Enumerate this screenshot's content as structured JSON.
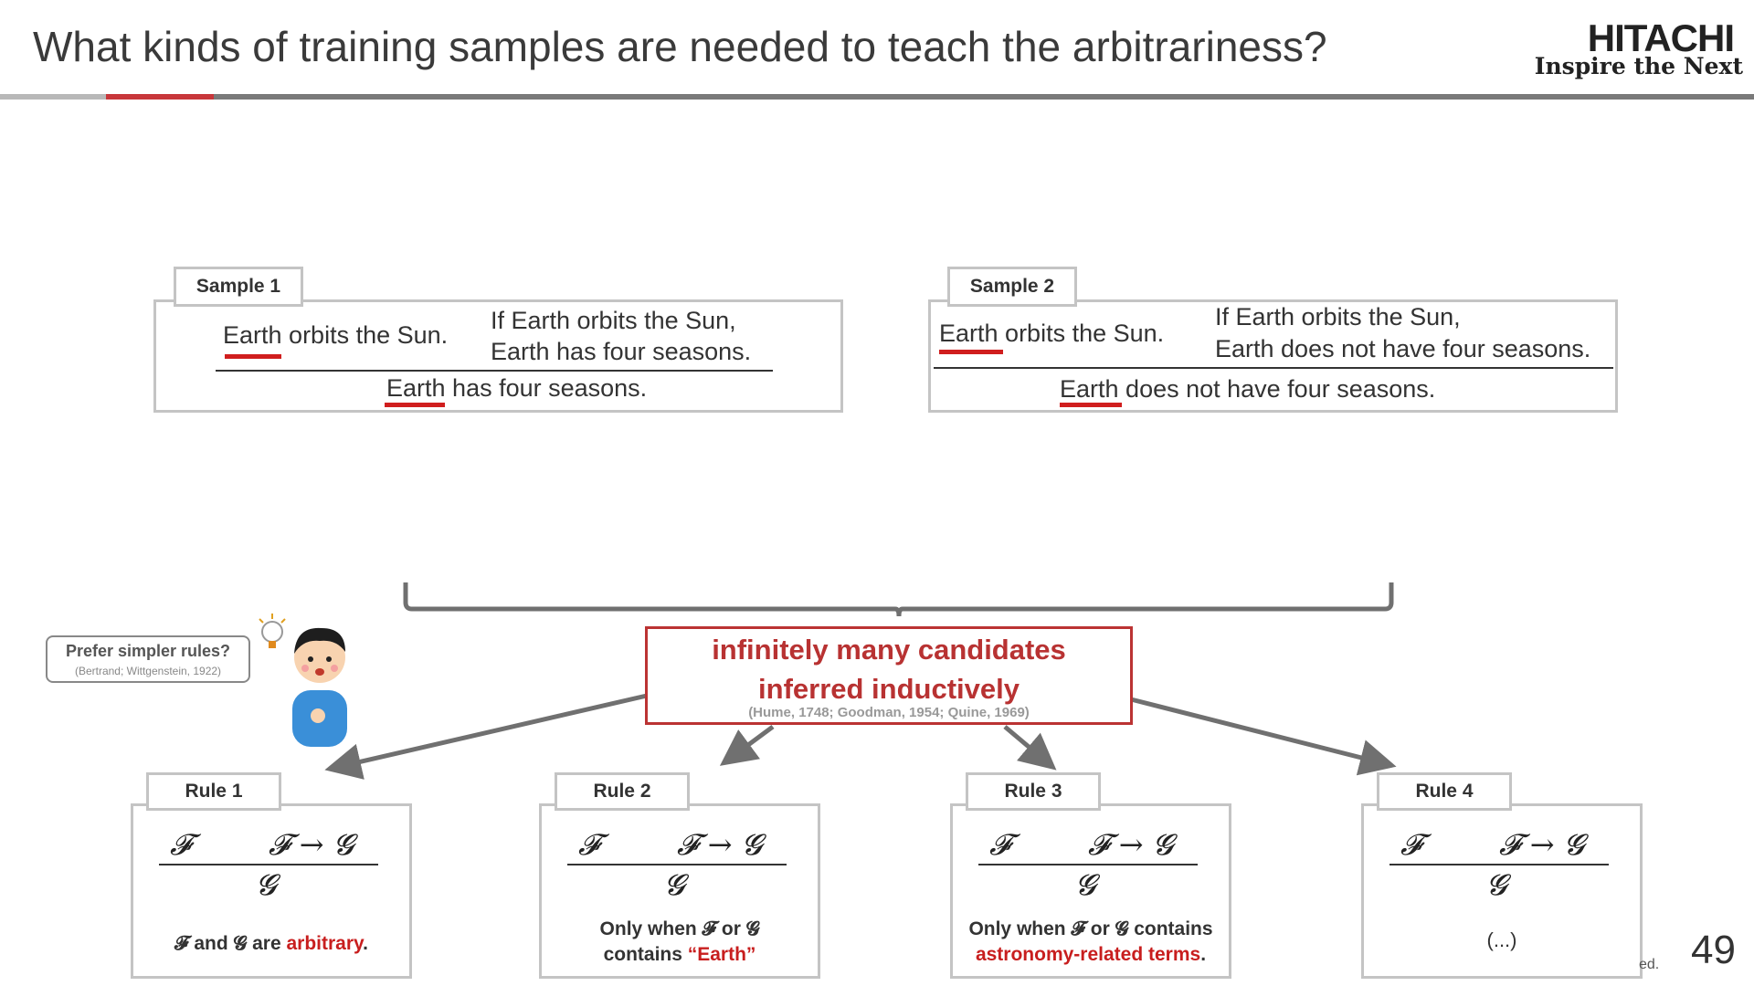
{
  "header": {
    "title": "What kinds of training samples are needed to teach the arbitrariness?",
    "logo_name": "HITACHI",
    "logo_tagline": "Inspire the Next"
  },
  "samples": [
    {
      "label": "Sample 1",
      "premise_word": "Earth",
      "premise_rest": " orbits the Sun.",
      "rule_line1": "If Earth orbits the Sun,",
      "rule_line2": "Earth has four seasons.",
      "conclusion_word": "Earth",
      "conclusion_rest": " has four seasons."
    },
    {
      "label": "Sample 2",
      "premise_word": "Earth",
      "premise_rest": " orbits the Sun.",
      "rule_line1": "If Earth orbits the Sun,",
      "rule_line2": "Earth does not have four seasons.",
      "conclusion_word": "Earth",
      "conclusion_rest": " does not have four seasons."
    }
  ],
  "candidates": {
    "line1": "infinitely many candidates",
    "line2": "inferred inductively",
    "citation": "(Hume, 1748; Goodman, 1954; Quine, 1969)"
  },
  "prefer": {
    "label": "Prefer simpler rules?",
    "citation": "(Bertrand; Wittgenstein, 1922)"
  },
  "rules": [
    {
      "label": "Rule 1",
      "premise_left": "𝓕",
      "premise_right": "𝓕 → 𝓖",
      "conclusion": "𝓖",
      "desc_parts": [
        "𝓕 and 𝓖 are ",
        "arbitrary",
        "."
      ]
    },
    {
      "label": "Rule 2",
      "premise_left": "𝓕",
      "premise_right": "𝓕 → 𝓖",
      "conclusion": "𝓖",
      "desc_line1": "Only when 𝓕 or 𝓖",
      "desc_line2_parts": [
        "contains ",
        "“Earth”"
      ]
    },
    {
      "label": "Rule 3",
      "premise_left": "𝓕",
      "premise_right": "𝓕 → 𝓖",
      "conclusion": "𝓖",
      "desc_line1": "Only when 𝓕 or 𝓖  contains",
      "desc_line2_parts": [
        "astronomy-related terms",
        "."
      ]
    },
    {
      "label": "Rule 4",
      "premise_left": "𝓕",
      "premise_right": "𝓕 → 𝓖",
      "conclusion": "𝓖",
      "desc": "(...)"
    }
  ],
  "footer": {
    "fragment": "ed.",
    "page_number": "49"
  },
  "colors": {
    "accent_red": "#c81e1e",
    "box_border": "#c4c4c4",
    "arrow_gray": "#707070"
  }
}
